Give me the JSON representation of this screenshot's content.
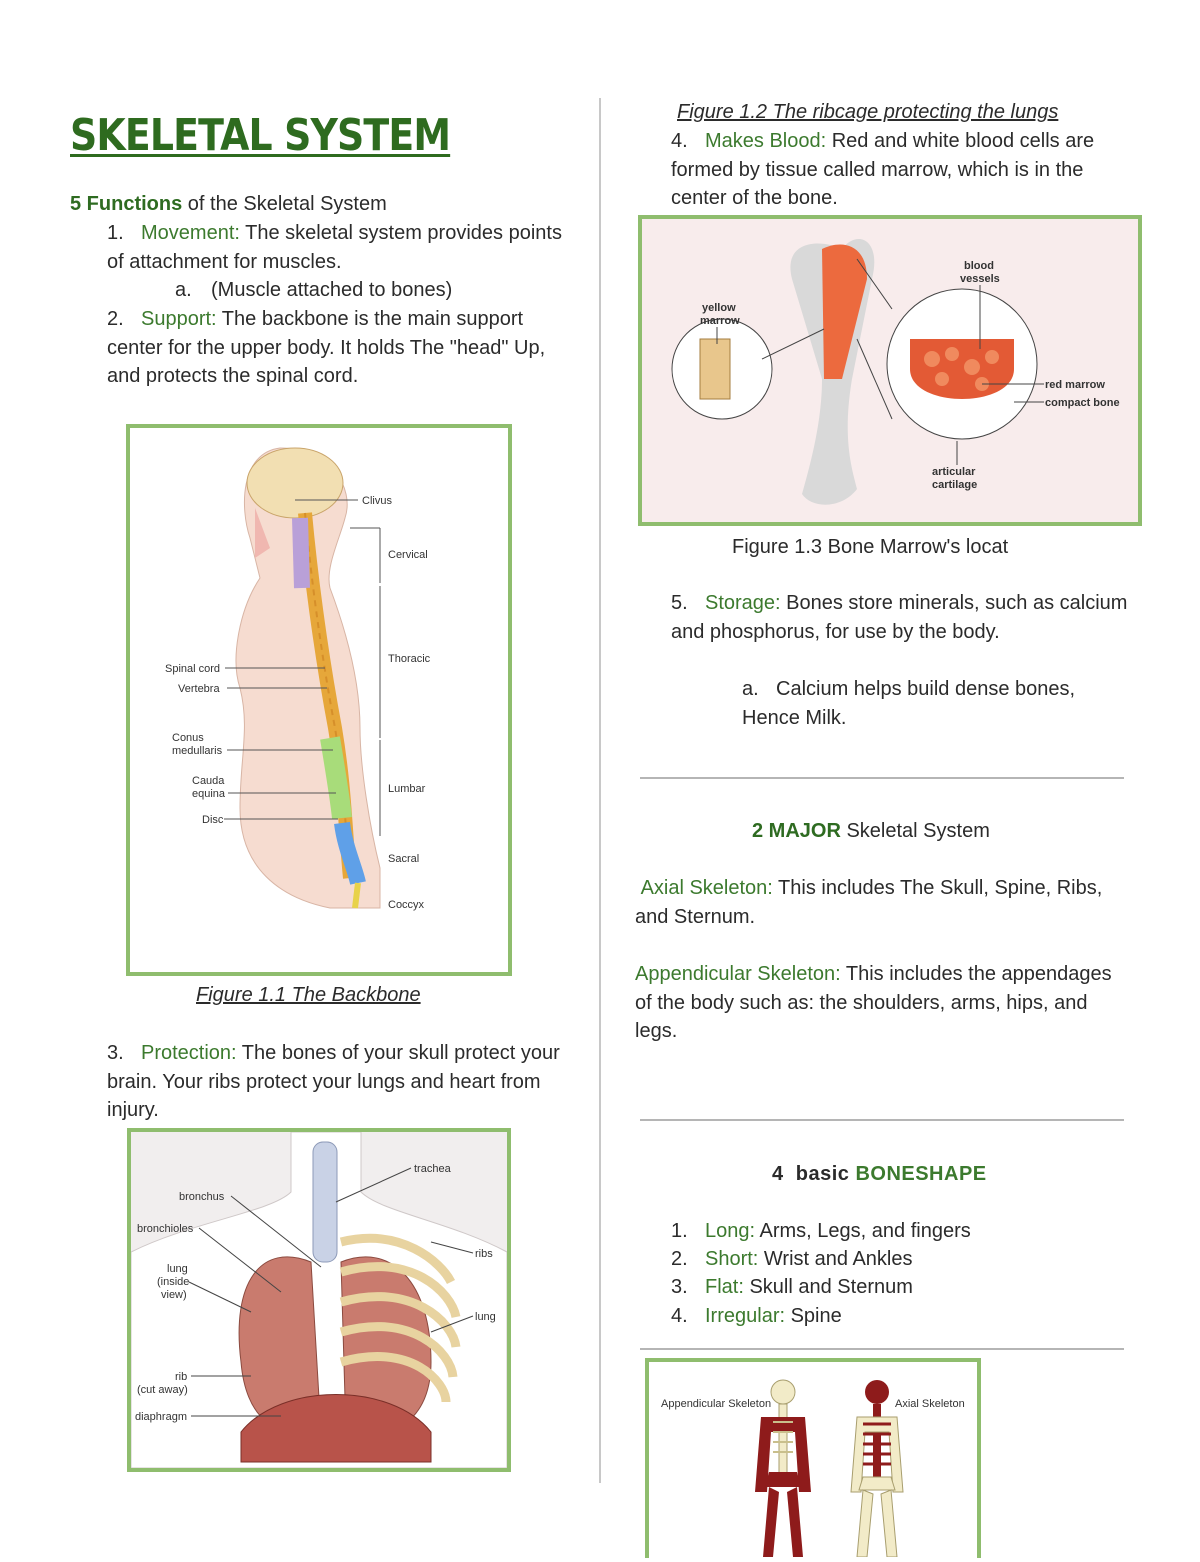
{
  "title": "SKELETAL SYSTEM",
  "functions": {
    "heading_bold": "5 Functions",
    "heading_rest": " of the Skeletal System",
    "items": [
      {
        "num": "1.",
        "term": "Movement:",
        "text": " The skeletal system provides points of attachment for muscles.",
        "sub_letter": "a.",
        "sub_text": "(Muscle attached to bones)"
      },
      {
        "num": "2.",
        "term": "Support:",
        "text": " The backbone is the main support center for the upper body. It holds The \"head\" Up, and protects the spinal cord."
      },
      {
        "num": "3.",
        "term": "Protection:",
        "text": " The bones of your skull protect your brain. Your ribs protect your lungs and heart from injury."
      },
      {
        "num": "4.",
        "term": "Makes Blood:",
        "text": " Red and white blood cells are formed by tissue called marrow, which is in the center of the bone."
      },
      {
        "num": "5.",
        "term": "Storage:",
        "text": " Bones store minerals, such as calcium and phosphorus, for use by the body.",
        "sub_letter": "a.",
        "sub_text": "Calcium helps build dense bones, Hence Milk."
      }
    ]
  },
  "figures": {
    "fig1_caption": "Figure 1.1 The Backbone",
    "fig2_caption": "Figure 1.2 The ribcage protecting the lungs",
    "fig3_caption": "Figure 1.3 Bone Marrow's locat"
  },
  "spine_labels": {
    "clivus": "Clivus",
    "cervical": "Cervical",
    "thoracic": "Thoracic",
    "lumbar": "Lumbar",
    "sacral": "Sacral",
    "coccyx": "Coccyx",
    "spinal_cord": "Spinal cord",
    "vertebra": "Vertebra",
    "conus1": "Conus",
    "conus2": "medullaris",
    "cauda1": "Cauda",
    "cauda2": "equina",
    "disc": "Disc"
  },
  "lung_labels": {
    "trachea": "trachea",
    "bronchus": "bronchus",
    "bronchioles": "bronchioles",
    "lung_inside1": "lung",
    "lung_inside2": "(inside",
    "lung_inside3": "view)",
    "ribs": "ribs",
    "lung": "lung",
    "rib1": "rib",
    "rib2": "(cut away)",
    "diaphragm": "diaphragm"
  },
  "marrow_labels": {
    "blood_vessels1": "blood",
    "blood_vessels2": "vessels",
    "yellow1": "yellow",
    "yellow2": "marrow",
    "red_marrow": "red marrow",
    "compact_bone": "compact bone",
    "articular1": "articular",
    "articular2": "cartilage"
  },
  "major": {
    "heading_bold": "2 MAJOR",
    "heading_rest": " Skeletal System",
    "axial_term": "Axial Skeleton:",
    "axial_text": " This includes The Skull, Spine, Ribs, and Sternum.",
    "app_term": "Appendicular Skeleton:",
    "app_text": " This includes the appendages of the body such as: the shoulders, arms, hips, and legs."
  },
  "shapes": {
    "heading_pre": "4  basic ",
    "heading_bold": "BONESHAPE",
    "items": [
      {
        "num": "1.",
        "term": "Long:",
        "text": " Arms, Legs, and fingers"
      },
      {
        "num": "2.",
        "term": "Short:",
        "text": " Wrist and Ankles"
      },
      {
        "num": "3.",
        "term": "Flat:",
        "text": " Skull and Sternum"
      },
      {
        "num": "4.",
        "term": "Irregular:",
        "text": " Spine"
      }
    ]
  },
  "skeleton_labels": {
    "appendicular": "Appendicular Skeleton",
    "axial": "Axial Skeleton"
  },
  "colors": {
    "accent_green": "#3c7a2e",
    "frame_green": "#8fbd6e",
    "title_green": "#2e6b1f",
    "marrow_red": "#e0502e"
  }
}
